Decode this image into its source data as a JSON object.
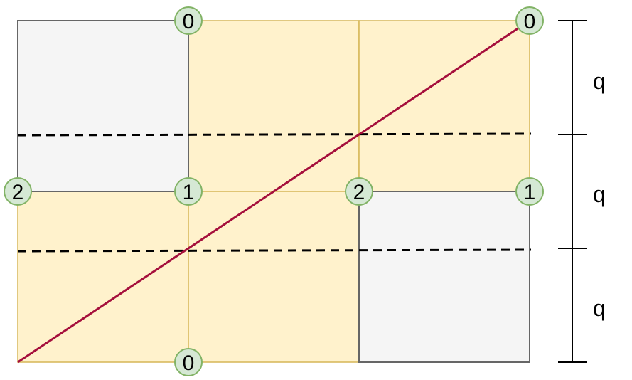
{
  "colors": {
    "gray_fill": "#f5f5f5",
    "gray_stroke": "#666666",
    "yellow_fill": "#fff2cc",
    "yellow_stroke": "#d6b656",
    "diagonal": "#a50f3c",
    "dashed": "#000000",
    "node_fill": "#d5e8d4",
    "node_stroke": "#82b366"
  },
  "nodes": [
    {
      "label": "0"
    },
    {
      "label": "0"
    },
    {
      "label": "2"
    },
    {
      "label": "1"
    },
    {
      "label": "2"
    },
    {
      "label": "1"
    },
    {
      "label": "0"
    }
  ],
  "dimension_labels": [
    "q",
    "q",
    "q"
  ]
}
